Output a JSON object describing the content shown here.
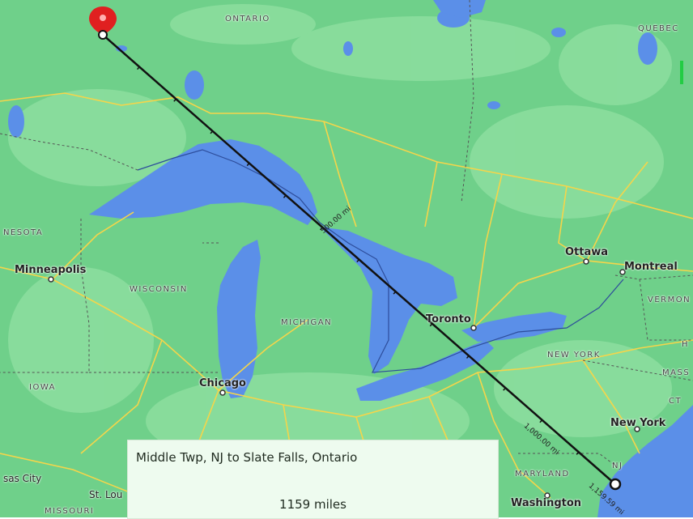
{
  "labels": {
    "ontario": "ONTARIO",
    "quebec": "QUEBEC",
    "minnesota": "NESOTA",
    "minneapolis": "Minneapolis",
    "wisconsin": "WISCONSIN",
    "michigan": "MICHIGAN",
    "toronto": "Toronto",
    "ottawa": "Ottawa",
    "montreal": "Montreal",
    "vermont": "VERMON",
    "new_york_state": "NEW YORK",
    "massachusetts": "MASS",
    "ct": "CT",
    "nh_fragment": "H",
    "iowa": "IOWA",
    "chicago": "Chicago",
    "new_york_city": "New York",
    "nj": "NJ",
    "maryland": "MARYLAND",
    "washington": "Washington",
    "kansas_city_fragment": "sas City",
    "st_louis_fragment": "St. Lou",
    "missouri": "MISSOURI"
  },
  "route": {
    "distance_ticks": [
      "500.00 mi",
      "1,000.00 mi",
      "1,159.59 mi"
    ]
  },
  "info_box": {
    "title": "Middle Twp, NJ  to  Slate Falls, Ontario",
    "distance": "1159 miles"
  },
  "colors": {
    "land": "#6fd08a",
    "land_light": "#8fdfa0",
    "water": "#5b8fe8",
    "highway": "#f5d54a",
    "route": "#111111",
    "pin": "#e02020",
    "info_box_bg": "#eefbef"
  },
  "icons": {
    "start_marker": "map-pin-icon",
    "end_marker": "endpoint-circle-icon"
  }
}
